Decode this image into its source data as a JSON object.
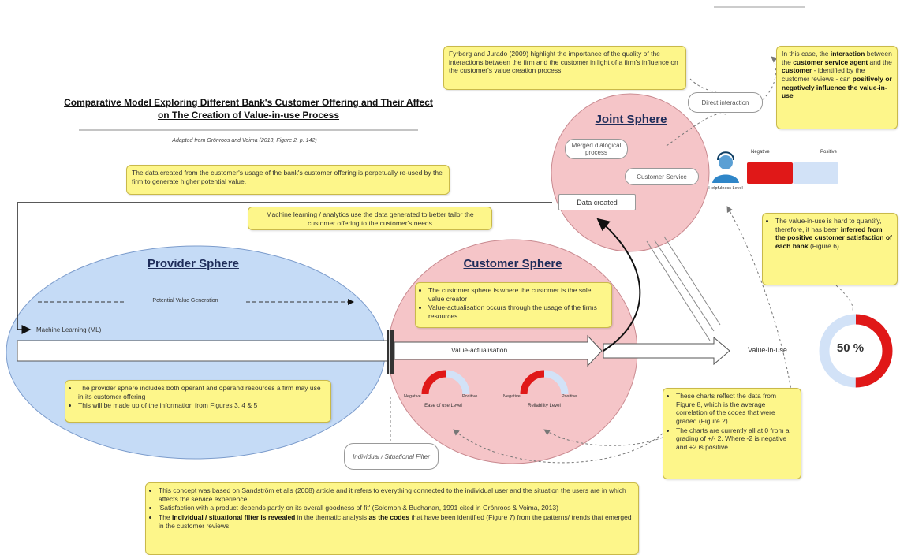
{
  "title": {
    "line1": "Comparative Model Exploring Different Bank's Customer Offering and Their Affect",
    "line2": "on The Creation of Value-in-use Process",
    "subtitle": "Adapted from Grönroos and Voima (2013, Figure 2, p. 142)"
  },
  "notes": {
    "data_reuse": "The data created from the customer's usage of the bank's customer offering is perpetually re-used by the firm to generate higher potential value.",
    "machine_learning": "Machine learning / analytics use the data generated to better tailor the customer offering to the customer's needs",
    "fyrberg": "Fyrberg and Jurado (2009) highlight the importance of the quality of the interactions between the firm and the customer in light of a firm's influence on the customer's value creation process",
    "interaction": {
      "pre1": "In this case, the ",
      "b1": "interaction",
      "pre2": " between the ",
      "b2": "customer service agent",
      "pre3": " and the ",
      "b3": "customer",
      "pre4": " - identified by the customer reviews - can ",
      "b4": "positively or negatively influence the value-in-use"
    },
    "value_in_use": {
      "pre1": "The value-in-use is hard to quantify, therefore, it has been ",
      "b1": "inferred from the positive customer satisfaction of each bank",
      "post": " (Figure 6)"
    },
    "customer_sphere": [
      "The customer sphere is where the customer is the sole value creator",
      "Value-actualisation occurs through the usage of the firms resources"
    ],
    "provider_sphere": [
      "The provider sphere includes both operant and operand resources a firm may use in its customer offering",
      "This will be made up of the information from Figures 3, 4 & 5"
    ],
    "charts": [
      "These charts reflect the data from Figure 8, which is the average correlation of the codes that were graded (Figure 2)",
      "The charts are currently all at 0 from a grading of +/- 2. Where -2 is negative and +2 is positive"
    ],
    "concept": {
      "li1": "This concept was based on Sandström et al's (2008) article and it refers to everything connected to the individual user and the situation the users are in which affects the service experience",
      "li2": "'Satisfaction with a product depends partly on its overall goodness of fit' (Solomon & Buchanan, 1991 cited in Grönroos & Voima, 2013)",
      "li3_pre": "The ",
      "li3_b1": "individual / situational filter is revealed",
      "li3_mid": " in the thematic analysis ",
      "li3_b2": "as the codes",
      "li3_post": " that have been identified (Figure 7) from the patterns/ trends that emerged in the customer reviews"
    }
  },
  "spheres": {
    "joint": "Joint Sphere",
    "provider": "Provider Sphere",
    "customer": "Customer Sphere"
  },
  "bubbles": {
    "merged": "Merged dialogical process",
    "customer_service": "Customer Service",
    "data_created": "Data created",
    "direct_interaction": "Direct interaction",
    "filter": "Individual / Situational Filter"
  },
  "flow_labels": {
    "potential_value": "Potential Value Generation",
    "machine_learning": "Machine Learning (ML)",
    "value_actualisation": "Value-actualisation",
    "value_in_use": "Value-in-use"
  },
  "agent": {
    "caption": "Helpfulness Level",
    "negative": "Negative",
    "positive": "Positive",
    "colors": {
      "negative": "#e01818",
      "positive": "#d2e2f7"
    }
  },
  "gauges": [
    {
      "negative": "Negative",
      "positive": "Positive",
      "caption": "Ease of use Level",
      "value": 0
    },
    {
      "negative": "Negative",
      "positive": "Positive",
      "caption": "Reliability Level",
      "value": 0
    }
  ],
  "donut": {
    "label": "50 %",
    "value": 50,
    "colors": {
      "filled": "#e01818",
      "empty": "#d2e2f7"
    }
  },
  "colors": {
    "provider": "#c5dbf6",
    "customer": "#f5c5c8",
    "joint": "#f5c5c8",
    "note": "#fdf68a"
  }
}
